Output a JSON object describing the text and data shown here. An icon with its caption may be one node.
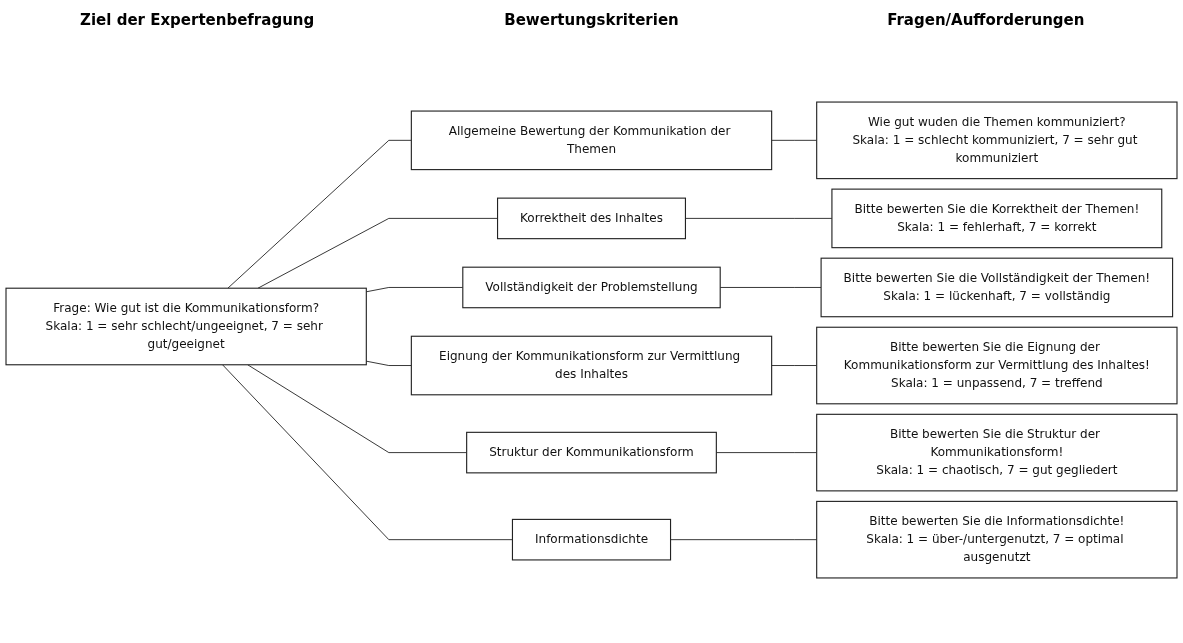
{
  "diagram": {
    "nodes": [
      {
        "text": [
          "Frage: Wie gut ist die Kommunikationsform?",
          "Skala: 1 = sehr schlecht/ungeeignet, 7 = sehr gut/geeignet"
        ]
      },
      {
        "text": [
          "Allgemeine Bewertung der Kommunikation der Themen"
        ]
      },
      {
        "text": [
          "Korrektheit des Inhaltes"
        ]
      },
      {
        "text": [
          "Vollständigkeit der Problemstellung"
        ]
      },
      {
        "text": [
          "Eignung der Kommunikationsform zur Vermittlung des Inhaltes"
        ]
      },
      {
        "text": [
          "Struktur der Kommunikationsform"
        ]
      },
      {
        "text": [
          "Informationsdichte"
        ]
      },
      {
        "text": [
          "Wie gut wuden die Themen kommuniziert?",
          "Skala: 1 = schlecht kommuniziert, 7 = sehr gut kommuniziert"
        ]
      },
      {
        "text": [
          "Bitte bewerten Sie die Korrektheit der Themen!",
          "Skala: 1 = fehlerhaft, 7 = korrekt"
        ]
      },
      {
        "text": [
          "Bitte bewerten Sie die Vollständigkeit der Themen!",
          "Skala: 1 = lückenhaft, 7 = vollständig"
        ]
      },
      {
        "text": [
          "Bitte bewerten Sie die Eignung der Kommunikationsform zur Vermittlung des Inhaltes!",
          "Skala: 1 = unpassend, 7 = treffend"
        ]
      },
      {
        "text": [
          "Bitte bewerten Sie die Struktur der Kommunikationsform!",
          "Skala: 1 = chaotisch, 7 = gut gegliedert"
        ]
      },
      {
        "text": [
          "Bitte bewerten Sie die Informationsdichte!",
          "Skala: 1 = über-/untergenutzt, 7 = optimal ausgenutzt"
        ]
      }
    ],
    "edges": [
      {
        "from": 0,
        "to": 1,
        "arrow": "none"
      },
      {
        "from": 0,
        "to": 2,
        "arrow": "none"
      },
      {
        "from": 0,
        "to": 3,
        "arrow": "none"
      },
      {
        "from": 0,
        "to": 4,
        "arrow": "none"
      },
      {
        "from": 0,
        "to": 5,
        "arrow": "none"
      },
      {
        "from": 0,
        "to": 6,
        "arrow": "none"
      },
      {
        "from": 1,
        "to": 7,
        "arrow": "none"
      },
      {
        "from": 2,
        "to": 8,
        "arrow": "none"
      },
      {
        "from": 3,
        "to": 9,
        "arrow": "none"
      },
      {
        "from": 4,
        "to": 10,
        "arrow": "none"
      },
      {
        "from": 5,
        "to": 11,
        "arrow": "none"
      },
      {
        "from": 6,
        "to": 12,
        "arrow": "none"
      }
    ],
    "labels": [
      "Ziel der Expertenbefragung",
      "Bewertungskriterien",
      "Fragen/Aufforderungen"
    ]
  }
}
